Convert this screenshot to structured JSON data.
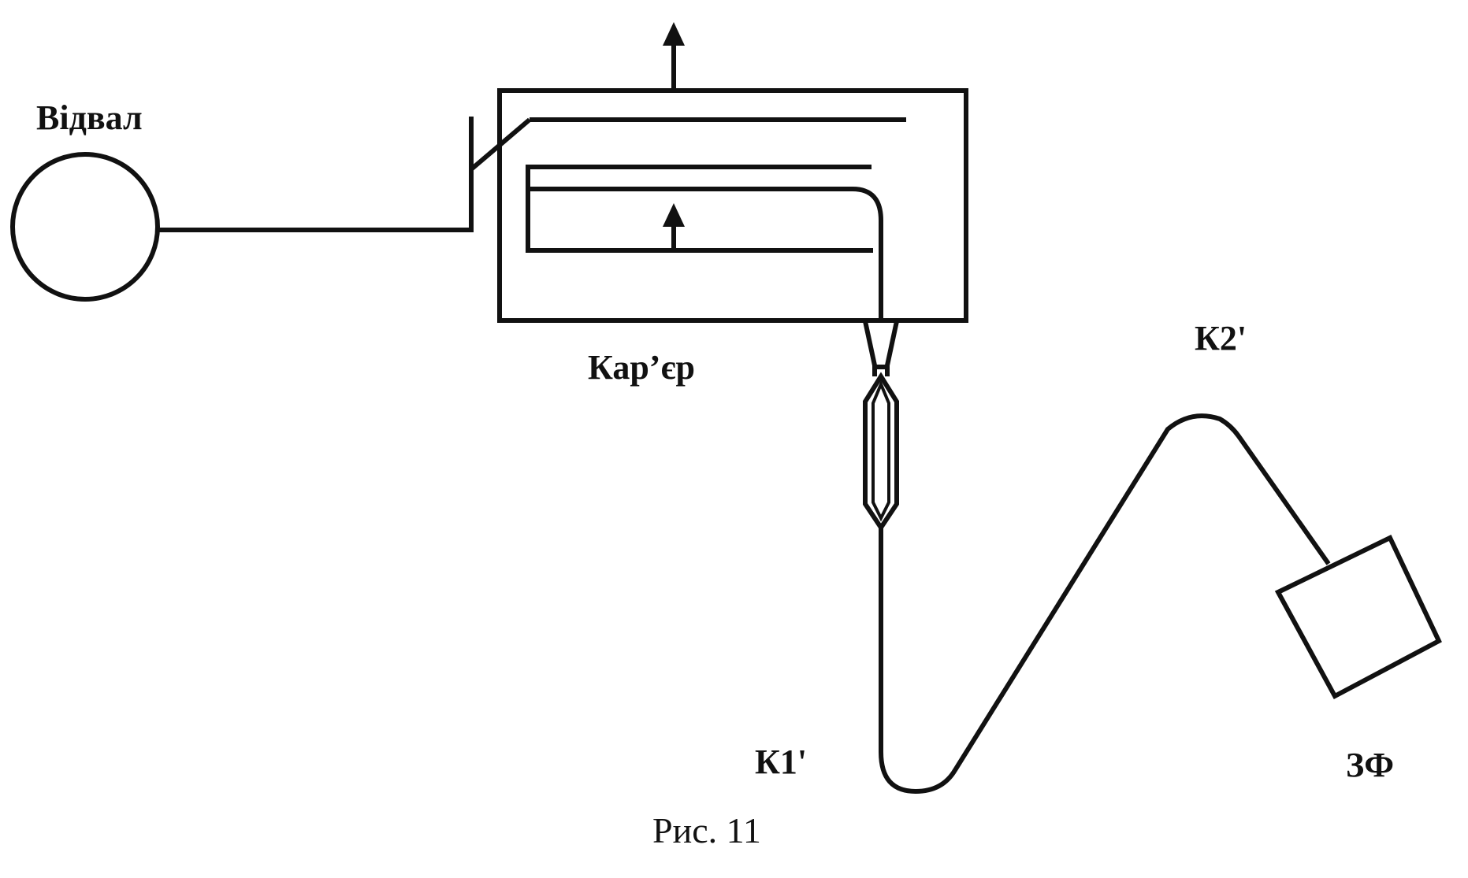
{
  "labels": {
    "dump": "Відвал",
    "quarry": "Кар’єр",
    "k2": "К2'",
    "k1": "К1'",
    "plant": "ЗФ"
  },
  "caption": "Рис. 11",
  "colors": {
    "stroke": "#111111",
    "background": "#ffffff"
  }
}
